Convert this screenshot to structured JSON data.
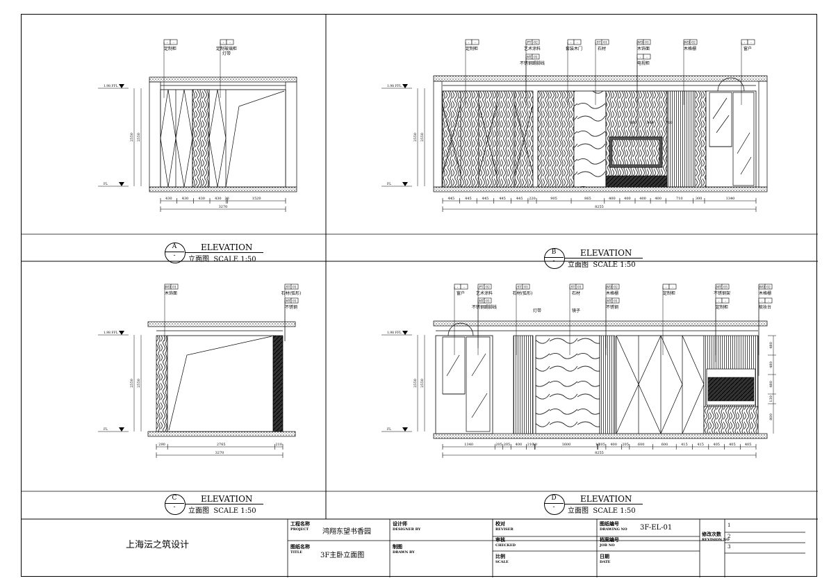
{
  "drawings": {
    "A": {
      "letter": "A",
      "dash": "-",
      "elevation": "ELEVATION",
      "caption": "立面图",
      "scale": "SCALE 1:50",
      "tags": [
        {
          "code_a": "-",
          "code_b": "-",
          "label": "定制柜",
          "label2": ""
        },
        {
          "code_a": "-",
          "code_b": "-",
          "label": "定制玻璃柜",
          "label2": "灯带"
        }
      ],
      "level_top": "1.98 FFL",
      "level_bottom": "FL",
      "height_a": "2550",
      "height_b": "2550",
      "dims": [
        "430",
        "430",
        "430",
        "430",
        "30",
        "1520"
      ],
      "total": "3270"
    },
    "B": {
      "letter": "B",
      "dash": "-",
      "elevation": "ELEVATION",
      "caption": "立面图",
      "scale": "SCALE 1:50",
      "tags": [
        {
          "code_a": "-",
          "code_b": "-",
          "label": "定制柜"
        },
        {
          "code_a": "PT",
          "code_b": "02",
          "label": "艺术涂料"
        },
        {
          "code_a": "MT",
          "code_b": "01",
          "label": "不锈钢踢脚线"
        },
        {
          "code_a": "-",
          "code_b": "-",
          "label": "套装木门"
        },
        {
          "code_a": "ST",
          "code_b": "01",
          "label": "石材"
        },
        {
          "code_a": "WD",
          "code_b": "01",
          "label": "木饰面"
        },
        {
          "code_a": "-",
          "code_b": "-",
          "label": "电视柜"
        },
        {
          "code_a": "WD",
          "code_b": "02",
          "label": "木格栅"
        },
        {
          "code_a": "-",
          "code_b": "-",
          "label": "窗户"
        }
      ],
      "inner": [
        "600",
        "900",
        "710"
      ],
      "dims": [
        "445",
        "445",
        "445",
        "445",
        "445",
        "220",
        "905",
        "865",
        "400",
        "400",
        "400",
        "400",
        "710",
        "300",
        "1340"
      ],
      "total": "8255"
    },
    "C": {
      "letter": "C",
      "dash": "-",
      "elevation": "ELEVATION",
      "caption": "立面图",
      "scale": "SCALE 1:50",
      "tags": [
        {
          "code_a": "WD",
          "code_b": "01",
          "label": "木饰面"
        },
        {
          "code_a": "ST",
          "code_b": "01",
          "label": "石材(弧形)"
        },
        {
          "code_a": "MT",
          "code_b": "01",
          "label": "不锈钢"
        }
      ],
      "dims": [
        "290",
        "2765",
        "210"
      ],
      "total": "3270"
    },
    "D": {
      "letter": "D",
      "dash": "-",
      "elevation": "ELEVATION",
      "caption": "立面图",
      "scale": "SCALE 1:50",
      "tags": [
        {
          "code_a": "-",
          "code_b": "-",
          "label": "窗户"
        },
        {
          "code_a": "PT",
          "code_b": "02",
          "label": "艺术涂料"
        },
        {
          "code_a": "MT",
          "code_b": "01",
          "label": "不锈钢踢脚线"
        },
        {
          "code_a": "ST",
          "code_b": "01",
          "label": "石材(弧形)"
        },
        {
          "code_a": "-",
          "code_b": "-",
          "label": "灯带"
        },
        {
          "code_a": "ST",
          "code_b": "01",
          "label": "石材"
        },
        {
          "code_a": "-",
          "code_b": "-",
          "label": "镜子"
        },
        {
          "code_a": "WD",
          "code_b": "02",
          "label": "木格栅"
        },
        {
          "code_a": "MT",
          "code_b": "01",
          "label": "不锈钢"
        },
        {
          "code_a": "-",
          "code_b": "-",
          "label": "定制柜"
        },
        {
          "code_a": "MT",
          "code_b": "03",
          "label": "不锈钢架"
        },
        {
          "code_a": "-",
          "code_b": "-",
          "label": "定制柜"
        },
        {
          "code_a": "WD",
          "code_b": "02",
          "label": "木格栅"
        },
        {
          "code_a": "-",
          "code_b": "-",
          "label": "梳妆台"
        }
      ],
      "dims": [
        "1340",
        "205",
        "205",
        "400",
        "210",
        "10",
        "1600",
        "10",
        "205",
        "400",
        "205",
        "600",
        "600",
        "415",
        "415",
        "405",
        "405",
        "405"
      ],
      "total": "8255",
      "right_dims": [
        "480",
        "480",
        "480",
        "130",
        "800"
      ]
    }
  },
  "title_block": {
    "company": "上海沄之筑设计",
    "project_label": "工程名称",
    "project_label_en": "PROJECT",
    "project_value": "鸿翔东望书香园",
    "title_label": "图纸名称",
    "title_label_en": "TITLE",
    "title_value": "3F主卧立面图",
    "designer_label": "设计师",
    "designer_label_en": "DESIGNER BY",
    "drawn_label": "制图",
    "drawn_label_en": "DRAWN BY",
    "reviser_label": "校对",
    "reviser_label_en": "REVISER",
    "checked_label": "审核",
    "checked_label_en": "CHECKED",
    "scale_label": "比例",
    "scale_label_en": "SCALE",
    "drawing_no_label": "图纸编号",
    "drawing_no_label_en": "DRAWING NO",
    "drawing_no_value": "3F-EL-01",
    "job_no_label": "档案编号",
    "job_no_label_en": "JOB NO",
    "date_label": "日期",
    "date_label_en": "DATE",
    "revision_label": "修改次数",
    "revision_label_en": "REVISION NO",
    "revisions": [
      "1",
      "2",
      "3"
    ]
  }
}
